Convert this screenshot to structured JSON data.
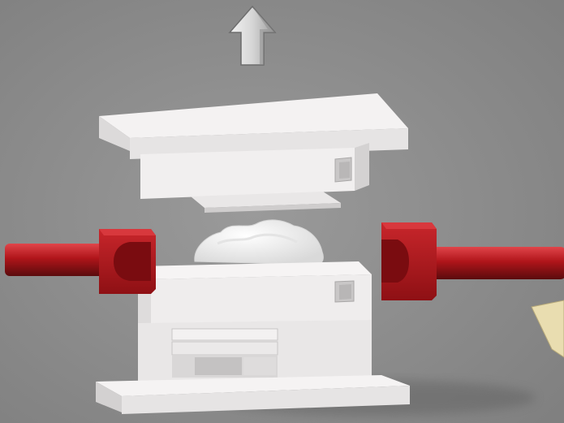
{
  "diagram": {
    "kind": "exploded mold assembly",
    "parts": [
      {
        "name": "upper-mold-plate",
        "color": "#efeded"
      },
      {
        "name": "lower-mold-block",
        "color": "#efeded"
      },
      {
        "name": "molded-part",
        "color": "#f5f5f5"
      },
      {
        "name": "left-side-slide",
        "color": "#b0151a"
      },
      {
        "name": "right-side-slide",
        "color": "#b0151a"
      },
      {
        "name": "base-plate",
        "color": "#efeded"
      }
    ],
    "icons": [
      "up-arrow-icon",
      "partial-yellow-wedge"
    ],
    "colors": {
      "background": "#8a8a8a",
      "mold_white": "#efeded",
      "slide_red": "#b0151a",
      "arrow_gray": "#d8d8d8",
      "wedge_yellow": "#e9ddb0"
    }
  }
}
